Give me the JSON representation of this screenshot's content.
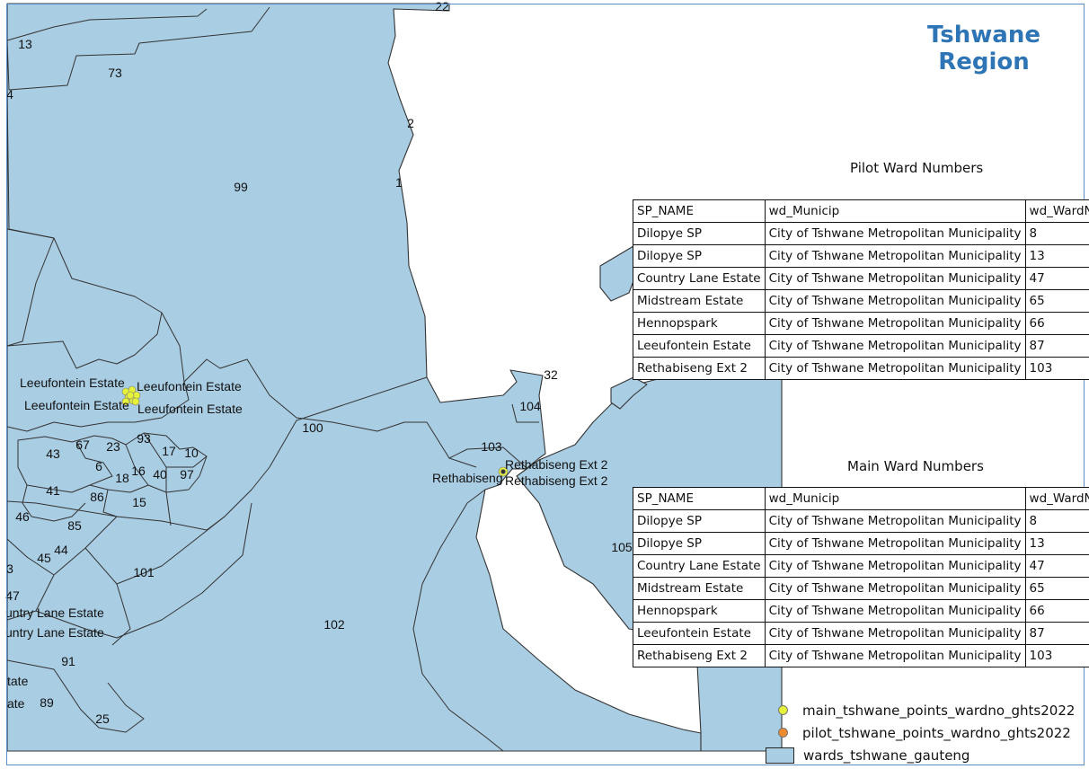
{
  "map_title": "Tshwane Region",
  "colors": {
    "ward_fill": "#a9cde3",
    "ward_stroke": "#333333",
    "main_points": "#e6f23a",
    "pilot_points": "#f08a2e",
    "title": "#2e75b6"
  },
  "ward_labels": [
    "13",
    "73",
    "4",
    "22",
    "2",
    "1",
    "99",
    "100",
    "104",
    "32",
    "103",
    "105",
    "93",
    "17",
    "10",
    "67",
    "23",
    "43",
    "6",
    "16",
    "40",
    "97",
    "18",
    "41",
    "86",
    "15",
    "46",
    "85",
    "44",
    "45",
    "3",
    "47",
    "101",
    "102",
    "91",
    "89",
    "25"
  ],
  "place_labels": [
    "Leeufontein Estate",
    "Leeufontein Estate",
    "Leeufontein Estate",
    "Leeufontein Estate",
    "Rethabiseng Ext 2",
    "Rethabiseng Ext 2",
    "Rethabiseng",
    "untry Lane Estate",
    "untry Lane Estate",
    "tate",
    "ate"
  ],
  "pilot_table": {
    "title": "Pilot Ward Numbers",
    "headers": [
      "SP_NAME",
      "wd_Municip",
      "wd_WardNo"
    ],
    "rows": [
      [
        "Dilopye SP",
        "City of Tshwane Metropolitan Municipality",
        "8"
      ],
      [
        "Dilopye SP",
        "City of Tshwane Metropolitan Municipality",
        "13"
      ],
      [
        "Country Lane Estate",
        "City of Tshwane Metropolitan Municipality",
        "47"
      ],
      [
        "Midstream Estate",
        "City of Tshwane Metropolitan Municipality",
        "65"
      ],
      [
        "Hennopspark",
        "City of Tshwane Metropolitan Municipality",
        "66"
      ],
      [
        "Leeufontein Estate",
        "City of Tshwane Metropolitan Municipality",
        "87"
      ],
      [
        "Rethabiseng Ext 2",
        "City of Tshwane Metropolitan Municipality",
        "103"
      ]
    ]
  },
  "main_table": {
    "title": "Main Ward Numbers",
    "headers": [
      "SP_NAME",
      "wd_Municip",
      "wd_WardNo"
    ],
    "rows": [
      [
        "Dilopye SP",
        "City of Tshwane Metropolitan Municipality",
        "8"
      ],
      [
        "Dilopye SP",
        "City of Tshwane Metropolitan Municipality",
        "13"
      ],
      [
        "Country Lane Estate",
        "City of Tshwane Metropolitan Municipality",
        "47"
      ],
      [
        "Midstream Estate",
        "City of Tshwane Metropolitan Municipality",
        "65"
      ],
      [
        "Hennopspark",
        "City of Tshwane Metropolitan Municipality",
        "66"
      ],
      [
        "Leeufontein Estate",
        "City of Tshwane Metropolitan Municipality",
        "87"
      ],
      [
        "Rethabiseng Ext 2",
        "City of Tshwane Metropolitan Municipality",
        "103"
      ]
    ]
  },
  "legend": {
    "main_points": "main_tshwane_points_wardno_ghts2022",
    "pilot_points": "pilot_tshwane_points_wardno_ghts2022",
    "wards": "wards_tshwane_gauteng"
  }
}
